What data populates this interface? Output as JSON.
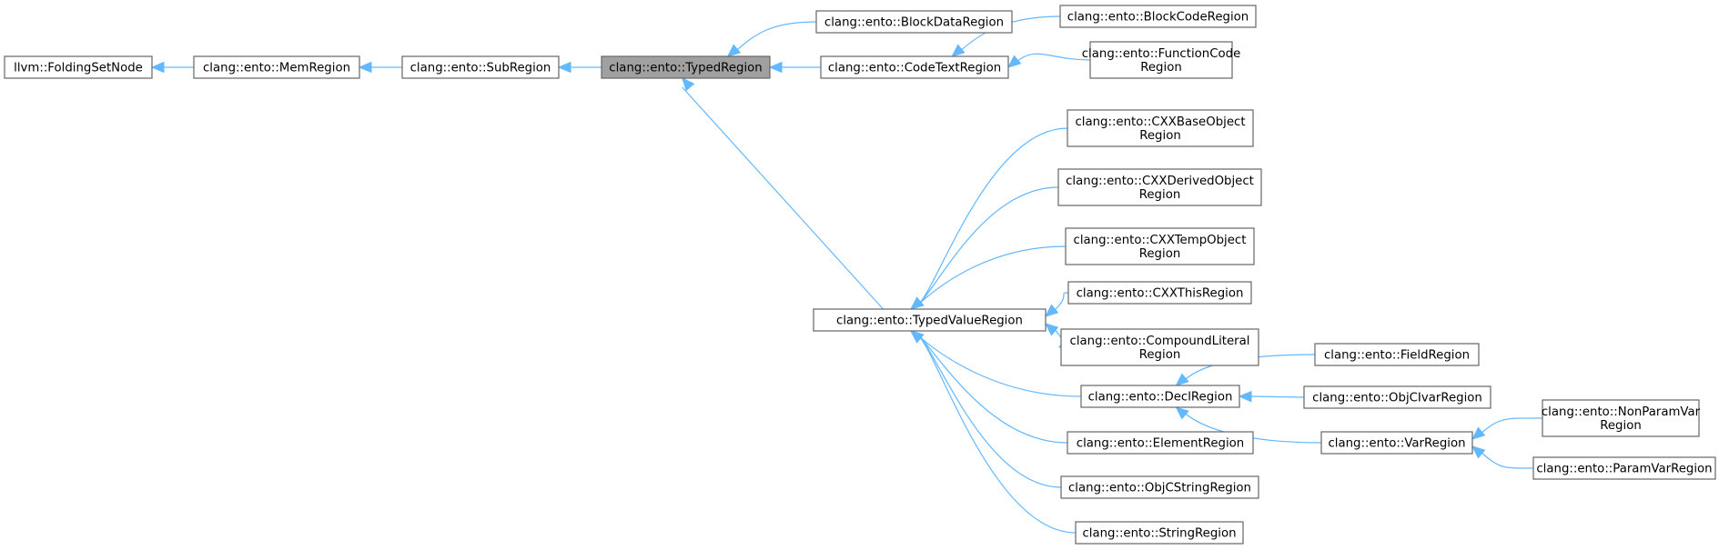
{
  "diagram": {
    "type": "class-inheritance-graph",
    "colors": {
      "edge": "#63b8ff",
      "node_border": "#666666",
      "node_fill": "#ffffff",
      "highlight_fill": "#a0a0a0"
    },
    "nodes": [
      {
        "id": "llvm-foldingsetnode",
        "lines": [
          "llvm::FoldingSetNode"
        ]
      },
      {
        "id": "memregion",
        "lines": [
          "clang::ento::MemRegion"
        ]
      },
      {
        "id": "subregion",
        "lines": [
          "clang::ento::SubRegion"
        ]
      },
      {
        "id": "typedregion",
        "lines": [
          "clang::ento::TypedRegion"
        ],
        "highlight": true
      },
      {
        "id": "blockdataregion",
        "lines": [
          "clang::ento::BlockDataRegion"
        ]
      },
      {
        "id": "codetextregion",
        "lines": [
          "clang::ento::CodeTextRegion"
        ]
      },
      {
        "id": "blockcoderegion",
        "lines": [
          "clang::ento::BlockCodeRegion"
        ]
      },
      {
        "id": "functioncoderegion",
        "lines": [
          "clang::ento::FunctionCode",
          "Region"
        ]
      },
      {
        "id": "typedvalueregion",
        "lines": [
          "clang::ento::TypedValueRegion"
        ]
      },
      {
        "id": "cxxbaseobjectregion",
        "lines": [
          "clang::ento::CXXBaseObject",
          "Region"
        ]
      },
      {
        "id": "cxxderivedobjectregion",
        "lines": [
          "clang::ento::CXXDerivedObject",
          "Region"
        ]
      },
      {
        "id": "cxxtempobjectregion",
        "lines": [
          "clang::ento::CXXTempObject",
          "Region"
        ]
      },
      {
        "id": "cxxthisregion",
        "lines": [
          "clang::ento::CXXThisRegion"
        ]
      },
      {
        "id": "compoundliteralregion",
        "lines": [
          "clang::ento::CompoundLiteral",
          "Region"
        ]
      },
      {
        "id": "declregion",
        "lines": [
          "clang::ento::DeclRegion"
        ]
      },
      {
        "id": "elementregion",
        "lines": [
          "clang::ento::ElementRegion"
        ]
      },
      {
        "id": "objcstringregion",
        "lines": [
          "clang::ento::ObjCStringRegion"
        ]
      },
      {
        "id": "stringregion",
        "lines": [
          "clang::ento::StringRegion"
        ]
      },
      {
        "id": "fieldregion",
        "lines": [
          "clang::ento::FieldRegion"
        ]
      },
      {
        "id": "objcivarregion",
        "lines": [
          "clang::ento::ObjCIvarRegion"
        ]
      },
      {
        "id": "varregion",
        "lines": [
          "clang::ento::VarRegion"
        ]
      },
      {
        "id": "nonparamvarregion",
        "lines": [
          "clang::ento::NonParamVar",
          "Region"
        ]
      },
      {
        "id": "paramvarregion",
        "lines": [
          "clang::ento::ParamVarRegion"
        ]
      }
    ],
    "edges": [
      {
        "child": "memregion",
        "parent": "llvm-foldingsetnode"
      },
      {
        "child": "subregion",
        "parent": "memregion"
      },
      {
        "child": "typedregion",
        "parent": "subregion"
      },
      {
        "child": "blockdataregion",
        "parent": "typedregion"
      },
      {
        "child": "codetextregion",
        "parent": "typedregion"
      },
      {
        "child": "typedvalueregion",
        "parent": "typedregion"
      },
      {
        "child": "blockcoderegion",
        "parent": "codetextregion"
      },
      {
        "child": "functioncoderegion",
        "parent": "codetextregion"
      },
      {
        "child": "cxxbaseobjectregion",
        "parent": "typedvalueregion"
      },
      {
        "child": "cxxderivedobjectregion",
        "parent": "typedvalueregion"
      },
      {
        "child": "cxxtempobjectregion",
        "parent": "typedvalueregion"
      },
      {
        "child": "cxxthisregion",
        "parent": "typedvalueregion"
      },
      {
        "child": "compoundliteralregion",
        "parent": "typedvalueregion"
      },
      {
        "child": "declregion",
        "parent": "typedvalueregion"
      },
      {
        "child": "elementregion",
        "parent": "typedvalueregion"
      },
      {
        "child": "objcstringregion",
        "parent": "typedvalueregion"
      },
      {
        "child": "stringregion",
        "parent": "typedvalueregion"
      },
      {
        "child": "fieldregion",
        "parent": "declregion"
      },
      {
        "child": "objcivarregion",
        "parent": "declregion"
      },
      {
        "child": "varregion",
        "parent": "declregion"
      },
      {
        "child": "nonparamvarregion",
        "parent": "varregion"
      },
      {
        "child": "paramvarregion",
        "parent": "varregion"
      }
    ]
  }
}
